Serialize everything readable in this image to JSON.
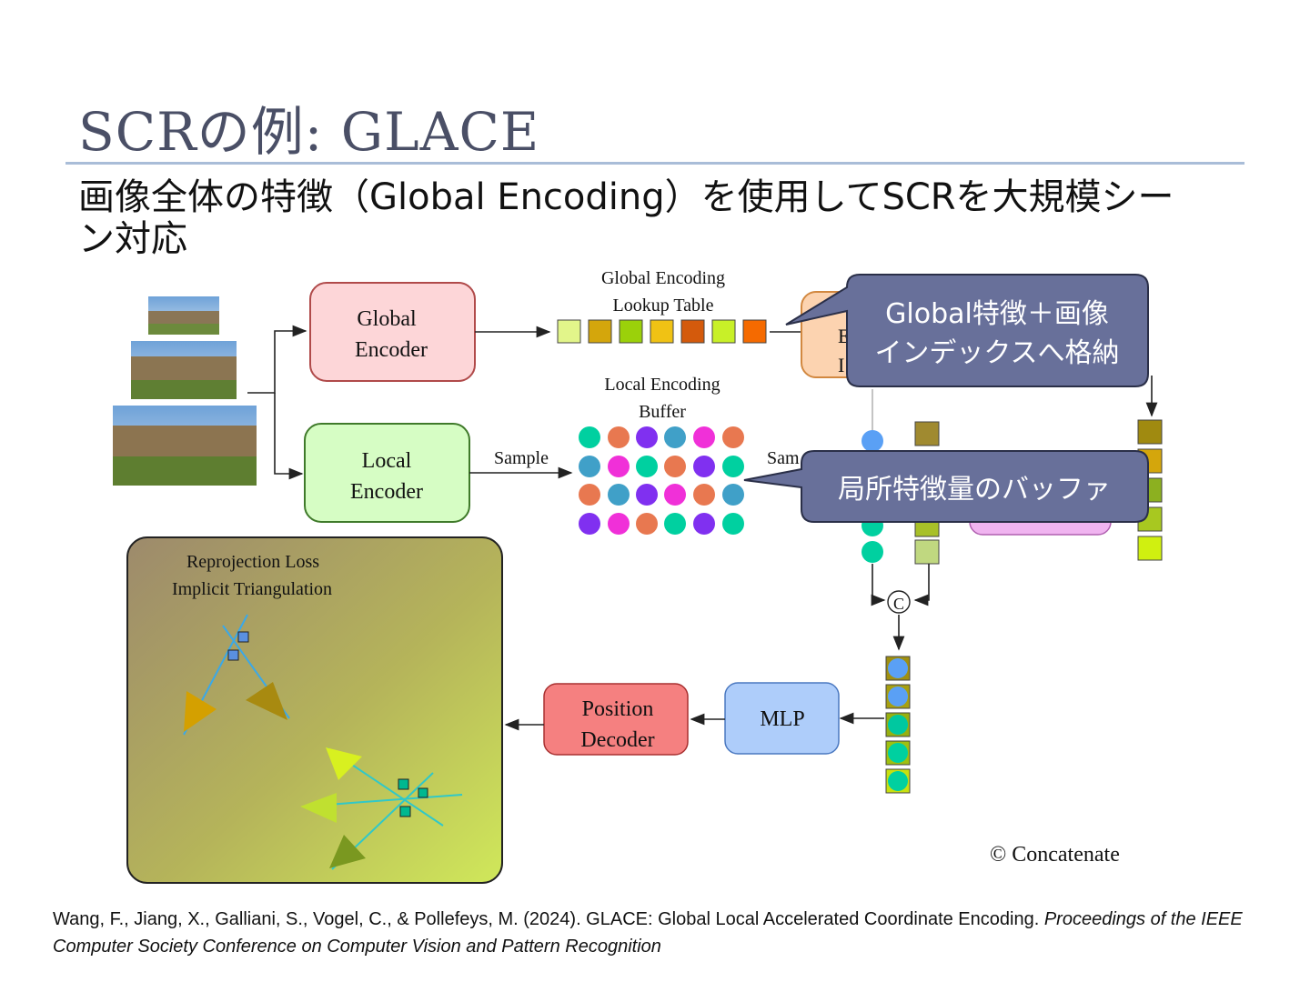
{
  "slide": {
    "title": "SCRの例: GLACE",
    "subtitle": "画像全体の特徴（Global Encoding）を使用してSCRを大規模シーン対応"
  },
  "figure": {
    "global_encoder": [
      "Global",
      "Encoder"
    ],
    "local_encoder": [
      "Local",
      "Encoder"
    ],
    "global_table_label": [
      "Global Encoding",
      "Lookup  Table"
    ],
    "local_buffer_label": [
      "Local Encoding",
      "Buffer"
    ],
    "sample_label": "Sample",
    "sample_label_partial": "Sam",
    "hidden_box_text": [
      "E",
      "I"
    ],
    "loss_label": [
      "Reprojection Loss",
      "Implicit Triangulation"
    ],
    "position_decoder": [
      "Position",
      "Decoder"
    ],
    "mlp": "MLP",
    "concat_symbol": "C",
    "concatenate_legend": "© Concatenate",
    "colors": {
      "global_box": "#fdd6d8",
      "local_box": "#d6fdc4",
      "position_box": "#f58080",
      "mlp_box": "#aecdfa",
      "callout_bg": "#68709a"
    }
  },
  "callouts": [
    {
      "lines": [
        "Global特徴＋画像",
        "インデックスへ格納"
      ]
    },
    {
      "lines": [
        "局所特徴量のバッファ"
      ]
    }
  ],
  "citation": {
    "plain": "Wang, F., Jiang, X., Galliani, S., Vogel, C., & Pollefeys, M. (2024). GLACE: Global Local Accelerated Coordinate Encoding. ",
    "italic": "Proceedings of the IEEE Computer Society Conference on Computer Vision and Pattern Recognition"
  }
}
